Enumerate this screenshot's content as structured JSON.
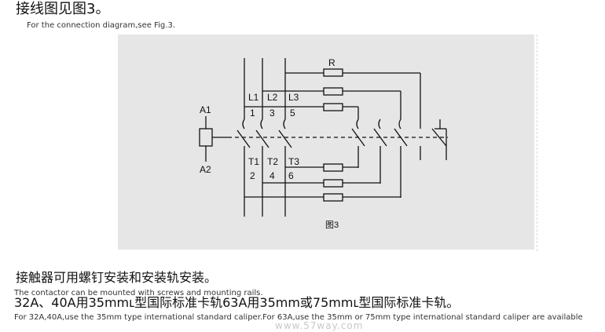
{
  "header": {
    "title_cn": "接线图见图3。",
    "title_en": "For the connection diagram,see Fig.3."
  },
  "diagram": {
    "resistor_label": "R",
    "coil_top": "A1",
    "coil_bottom": "A2",
    "line_labels": [
      "L1",
      "L2",
      "L3"
    ],
    "line_numbers": [
      "1",
      "3",
      "5"
    ],
    "load_labels": [
      "T1",
      "T2",
      "T3"
    ],
    "load_numbers": [
      "2",
      "4",
      "6"
    ],
    "caption": "图3"
  },
  "mounting": {
    "title_cn": "接触器可用螺钉安装和安装轨安装。",
    "title_en": "The contactor can be mounted with screws and mounting rails.",
    "rail_cn": "32A、40A用35mmⳑ型国际标准卡轨63A用35mm或75mmⳑ型国际标准卡轨。",
    "rail_en": "For 32A,40A,use the 35mm type international standard caliper.For 63A,use the 35mm or 75mm  type international standard caliper are available"
  },
  "watermark": "www.57way.com"
}
